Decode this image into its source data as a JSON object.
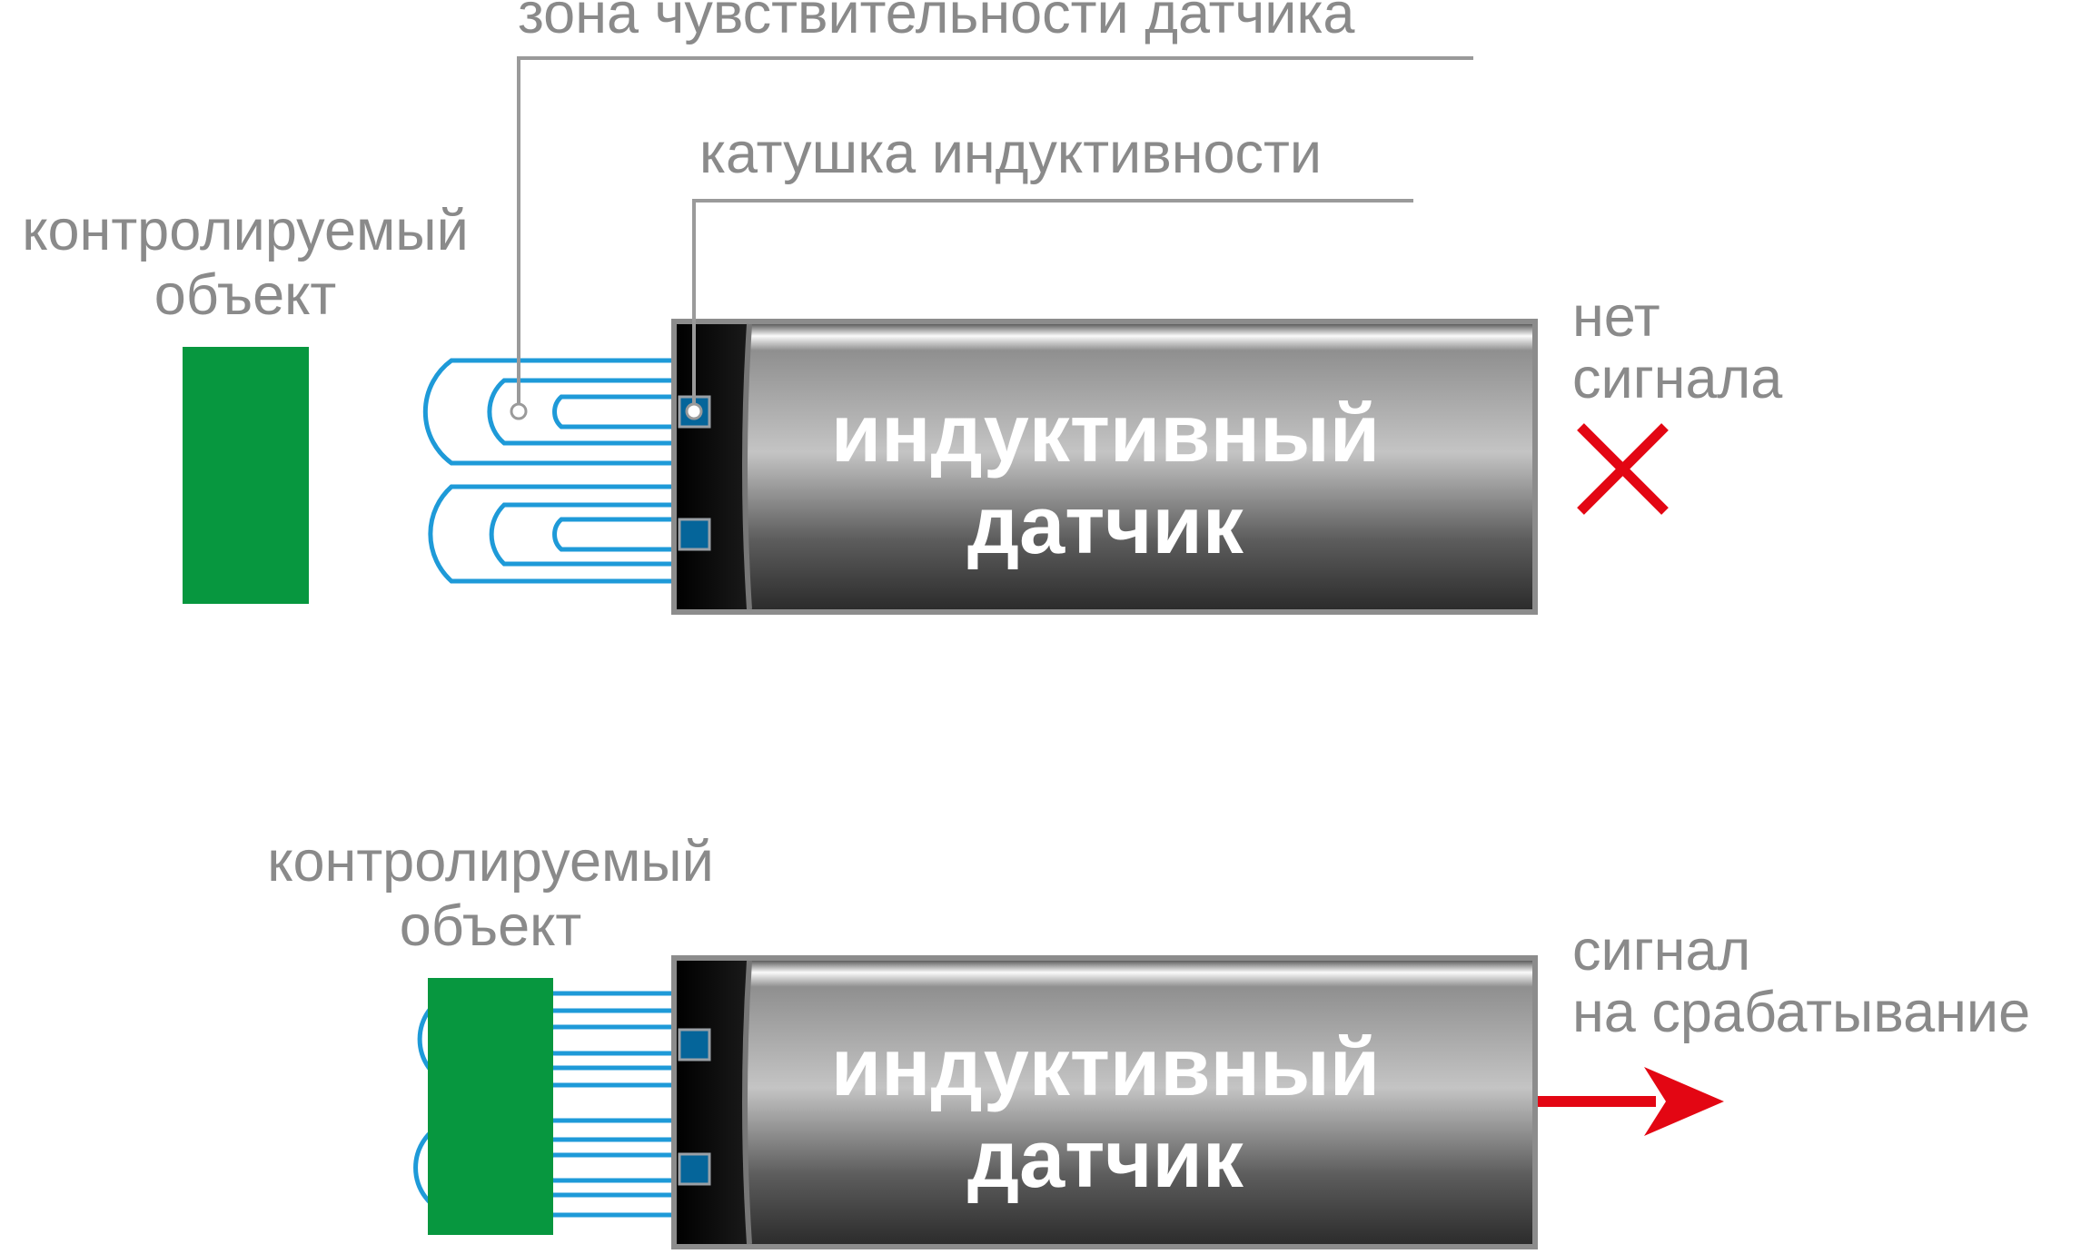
{
  "labels": {
    "sensitivity_zone": "зона чувствительности датчика",
    "coil": "катушка индуктивности",
    "no_signal_line1": "нет",
    "no_signal_line2": "сигнала",
    "signal_line1": "сигнал",
    "signal_line2": "на срабатывание"
  },
  "scenes": [
    {
      "object_label_line1": "контролируемый",
      "object_label_line2": "объект",
      "sensor_line1": "индуктивный",
      "sensor_line2": "датчик"
    },
    {
      "object_label_line1": "контролируемый",
      "object_label_line2": "объект",
      "sensor_line1": "индуктивный",
      "sensor_line2": "датчик"
    }
  ],
  "colors": {
    "field": "#1e9ad8",
    "object": "#07973f",
    "signal": "#e30613",
    "leader": "#9a9a9a",
    "coil": "#05659a",
    "label": "#8a8a8a"
  }
}
